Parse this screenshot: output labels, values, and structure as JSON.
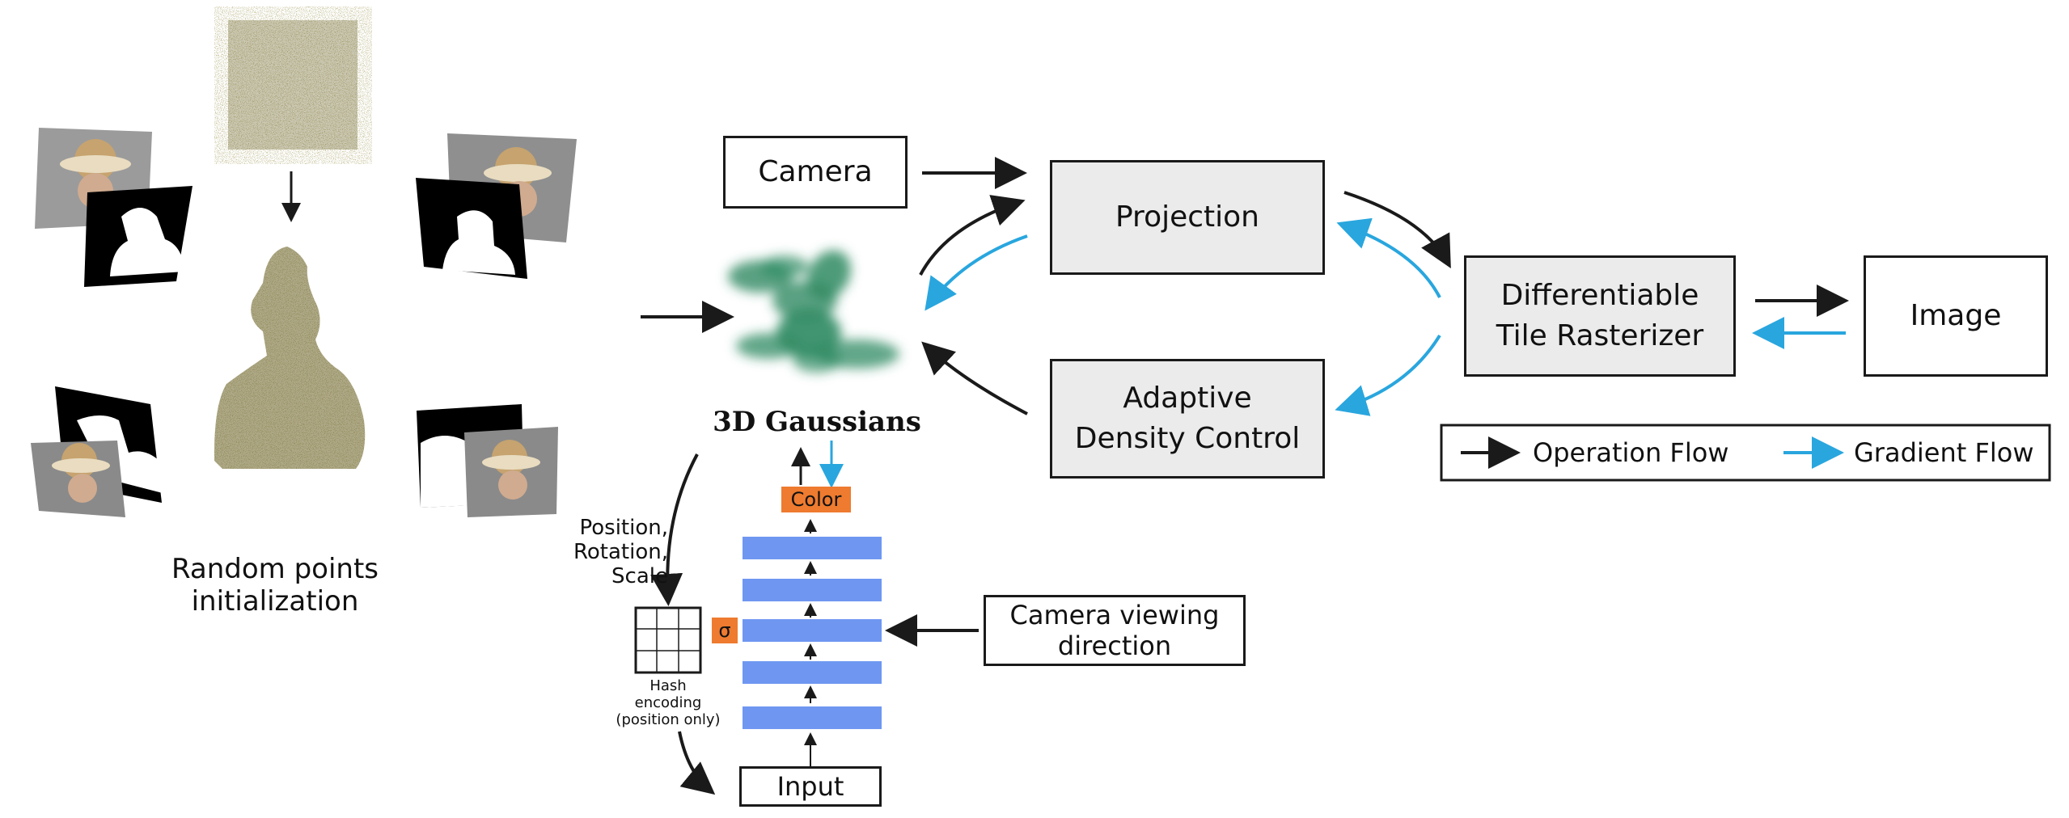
{
  "init": {
    "caption_line1": "Random points",
    "caption_line2": "initialization"
  },
  "gaussians": {
    "label": "3D Gaussians"
  },
  "pipeline": {
    "camera": "Camera",
    "projection": "Projection",
    "rasterizer_line1": "Differentiable",
    "rasterizer_line2": "Tile Rasterizer",
    "image": "Image",
    "density_line1": "Adaptive",
    "density_line2": "Density Control"
  },
  "legend": {
    "operation": "Operation Flow",
    "gradient": "Gradient Flow"
  },
  "network": {
    "color_label": "Color",
    "sigma_label": "σ",
    "input_label": "Input",
    "viewing_line1": "Camera viewing",
    "viewing_line2": "direction",
    "params_line1": "Position,",
    "params_line2": "Rotation,",
    "params_line3": "Scale",
    "hash_line1": "Hash",
    "hash_line2": "encoding",
    "hash_line3": "(position only)"
  },
  "colors": {
    "operation_arrow": "#1a1a1a",
    "gradient_arrow": "#29a6de",
    "box_fill": "#ebebeb",
    "mlp_layer": "#6f97f2",
    "orange_tag": "#ee7b2f",
    "point_cloud": "#6b6226",
    "gaussian_green": "#2e8a62"
  }
}
